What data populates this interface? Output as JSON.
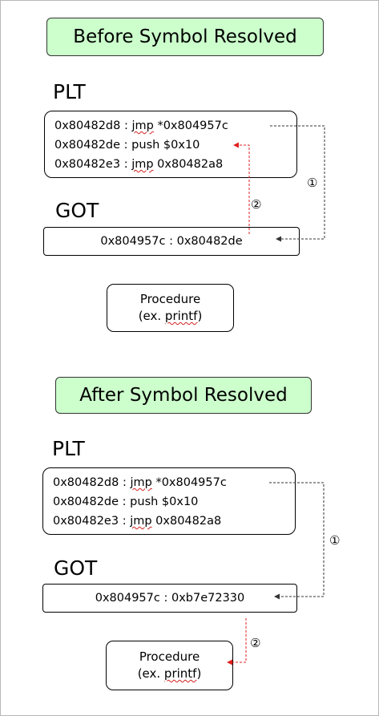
{
  "before": {
    "title": "Before Symbol Resolved",
    "plt_heading": "PLT",
    "plt_lines": [
      {
        "addr": "0x80482d8",
        "op": "jmp",
        "arg": "*0x804957c"
      },
      {
        "addr": "0x80482de",
        "op": "push",
        "arg": "$0x10"
      },
      {
        "addr": "0x80482e3",
        "op": "jmp",
        "arg": "0x80482a8"
      }
    ],
    "got_heading": "GOT",
    "got_entry": {
      "addr": "0x804957c",
      "value": "0x80482de"
    },
    "procedure": {
      "line1": "Procedure",
      "line2_prefix": "(ex. ",
      "line2_word": "printf",
      "line2_suffix": ")"
    },
    "step1": "①",
    "step2": "②"
  },
  "after": {
    "title": "After Symbol Resolved",
    "plt_heading": "PLT",
    "plt_lines": [
      {
        "addr": "0x80482d8",
        "op": "jmp",
        "arg": "*0x804957c"
      },
      {
        "addr": "0x80482de",
        "op": "push",
        "arg": "$0x10"
      },
      {
        "addr": "0x80482e3",
        "op": "jmp",
        "arg": "0x80482a8"
      }
    ],
    "got_heading": "GOT",
    "got_entry": {
      "addr": "0x804957c",
      "value": "0xb7e72330"
    },
    "procedure": {
      "line1": "Procedure",
      "line2_prefix": "(ex. ",
      "line2_word": "printf",
      "line2_suffix": ")"
    },
    "step1": "①",
    "step2": "②"
  },
  "colors": {
    "title_bg": "#ccffcc",
    "step1_arrow": "#333333",
    "step2_arrow": "#e02020"
  }
}
